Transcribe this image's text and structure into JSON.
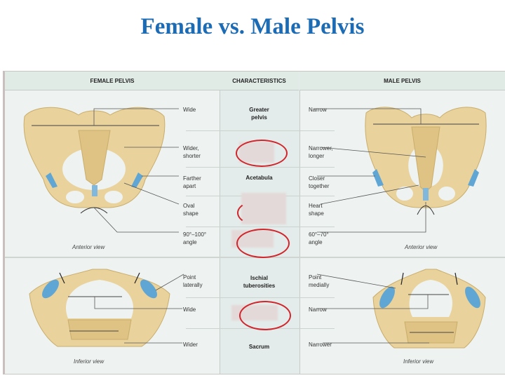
{
  "title": "Female vs. Male Pelvis",
  "table": {
    "headers": {
      "female": "FEMALE PELVIS",
      "characteristics": "CHARACTERISTICS",
      "male": "MALE PELVIS"
    },
    "rows": [
      {
        "female": "Wide",
        "characteristic": "Greater pelvis",
        "male": "Narrow",
        "hidden": false
      },
      {
        "female": "Wider, shorter",
        "characteristic": "",
        "male": "Narrower, longer",
        "hidden": true
      },
      {
        "female": "Farther apart",
        "characteristic": "Acetabula",
        "male": "Closer together",
        "hidden": false
      },
      {
        "female": "Oval shape",
        "characteristic": "",
        "male": "Heart shape",
        "hidden": true
      },
      {
        "female": "90°–100° angle",
        "characteristic": "",
        "male": "60°–70° angle",
        "hidden": true
      },
      {
        "female": "Point laterally",
        "characteristic": "Ischial tuberosities",
        "male": "Point medially",
        "hidden": false
      },
      {
        "female": "Wide",
        "characteristic": "",
        "male": "Narrow",
        "hidden": true
      },
      {
        "female": "Wider",
        "characteristic": "Sacrum",
        "male": "Narrower",
        "hidden": false
      }
    ],
    "captions": {
      "female_top": "Anterior view",
      "male_top": "Anterior view",
      "female_bottom": "Inferior view",
      "male_bottom": "Inferior view"
    }
  },
  "colors": {
    "title": "#1c6bb5",
    "bone": "#e8cf98",
    "cartilage": "#5fa6d4",
    "highlight_oval": "#d0262c"
  }
}
